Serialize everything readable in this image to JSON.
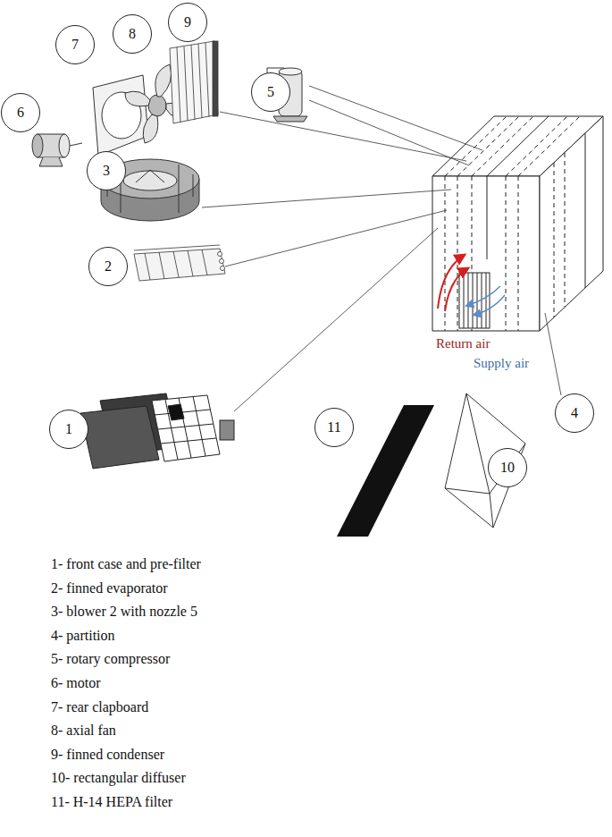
{
  "diagram": {
    "nodes": [
      {
        "text": [
          "9"
        ]
      },
      {
        "text": [
          "8"
        ]
      },
      {
        "text": [
          "7"
        ]
      },
      {
        "text": [
          "5"
        ]
      },
      {
        "text": [
          "6"
        ]
      },
      {
        "text": [
          "3"
        ]
      },
      {
        "text": [
          "2"
        ]
      },
      {
        "text": [
          "4"
        ]
      },
      {
        "text": [
          "1"
        ]
      },
      {
        "text": [
          "11"
        ]
      },
      {
        "text": [
          "10"
        ]
      }
    ],
    "edges": [],
    "labels": [
      "Return air",
      "Supply air",
      "1- front case and pre-filter",
      "2- finned evaporator",
      "3- blower 2 with nozzle 5",
      "4- partition",
      "5- rotary compressor",
      "6- motor",
      "7- rear clapboard",
      "8- axial fan",
      "9- finned condenser",
      "10- rectangular diffuser",
      "11- H-14 HEPA filter"
    ]
  }
}
